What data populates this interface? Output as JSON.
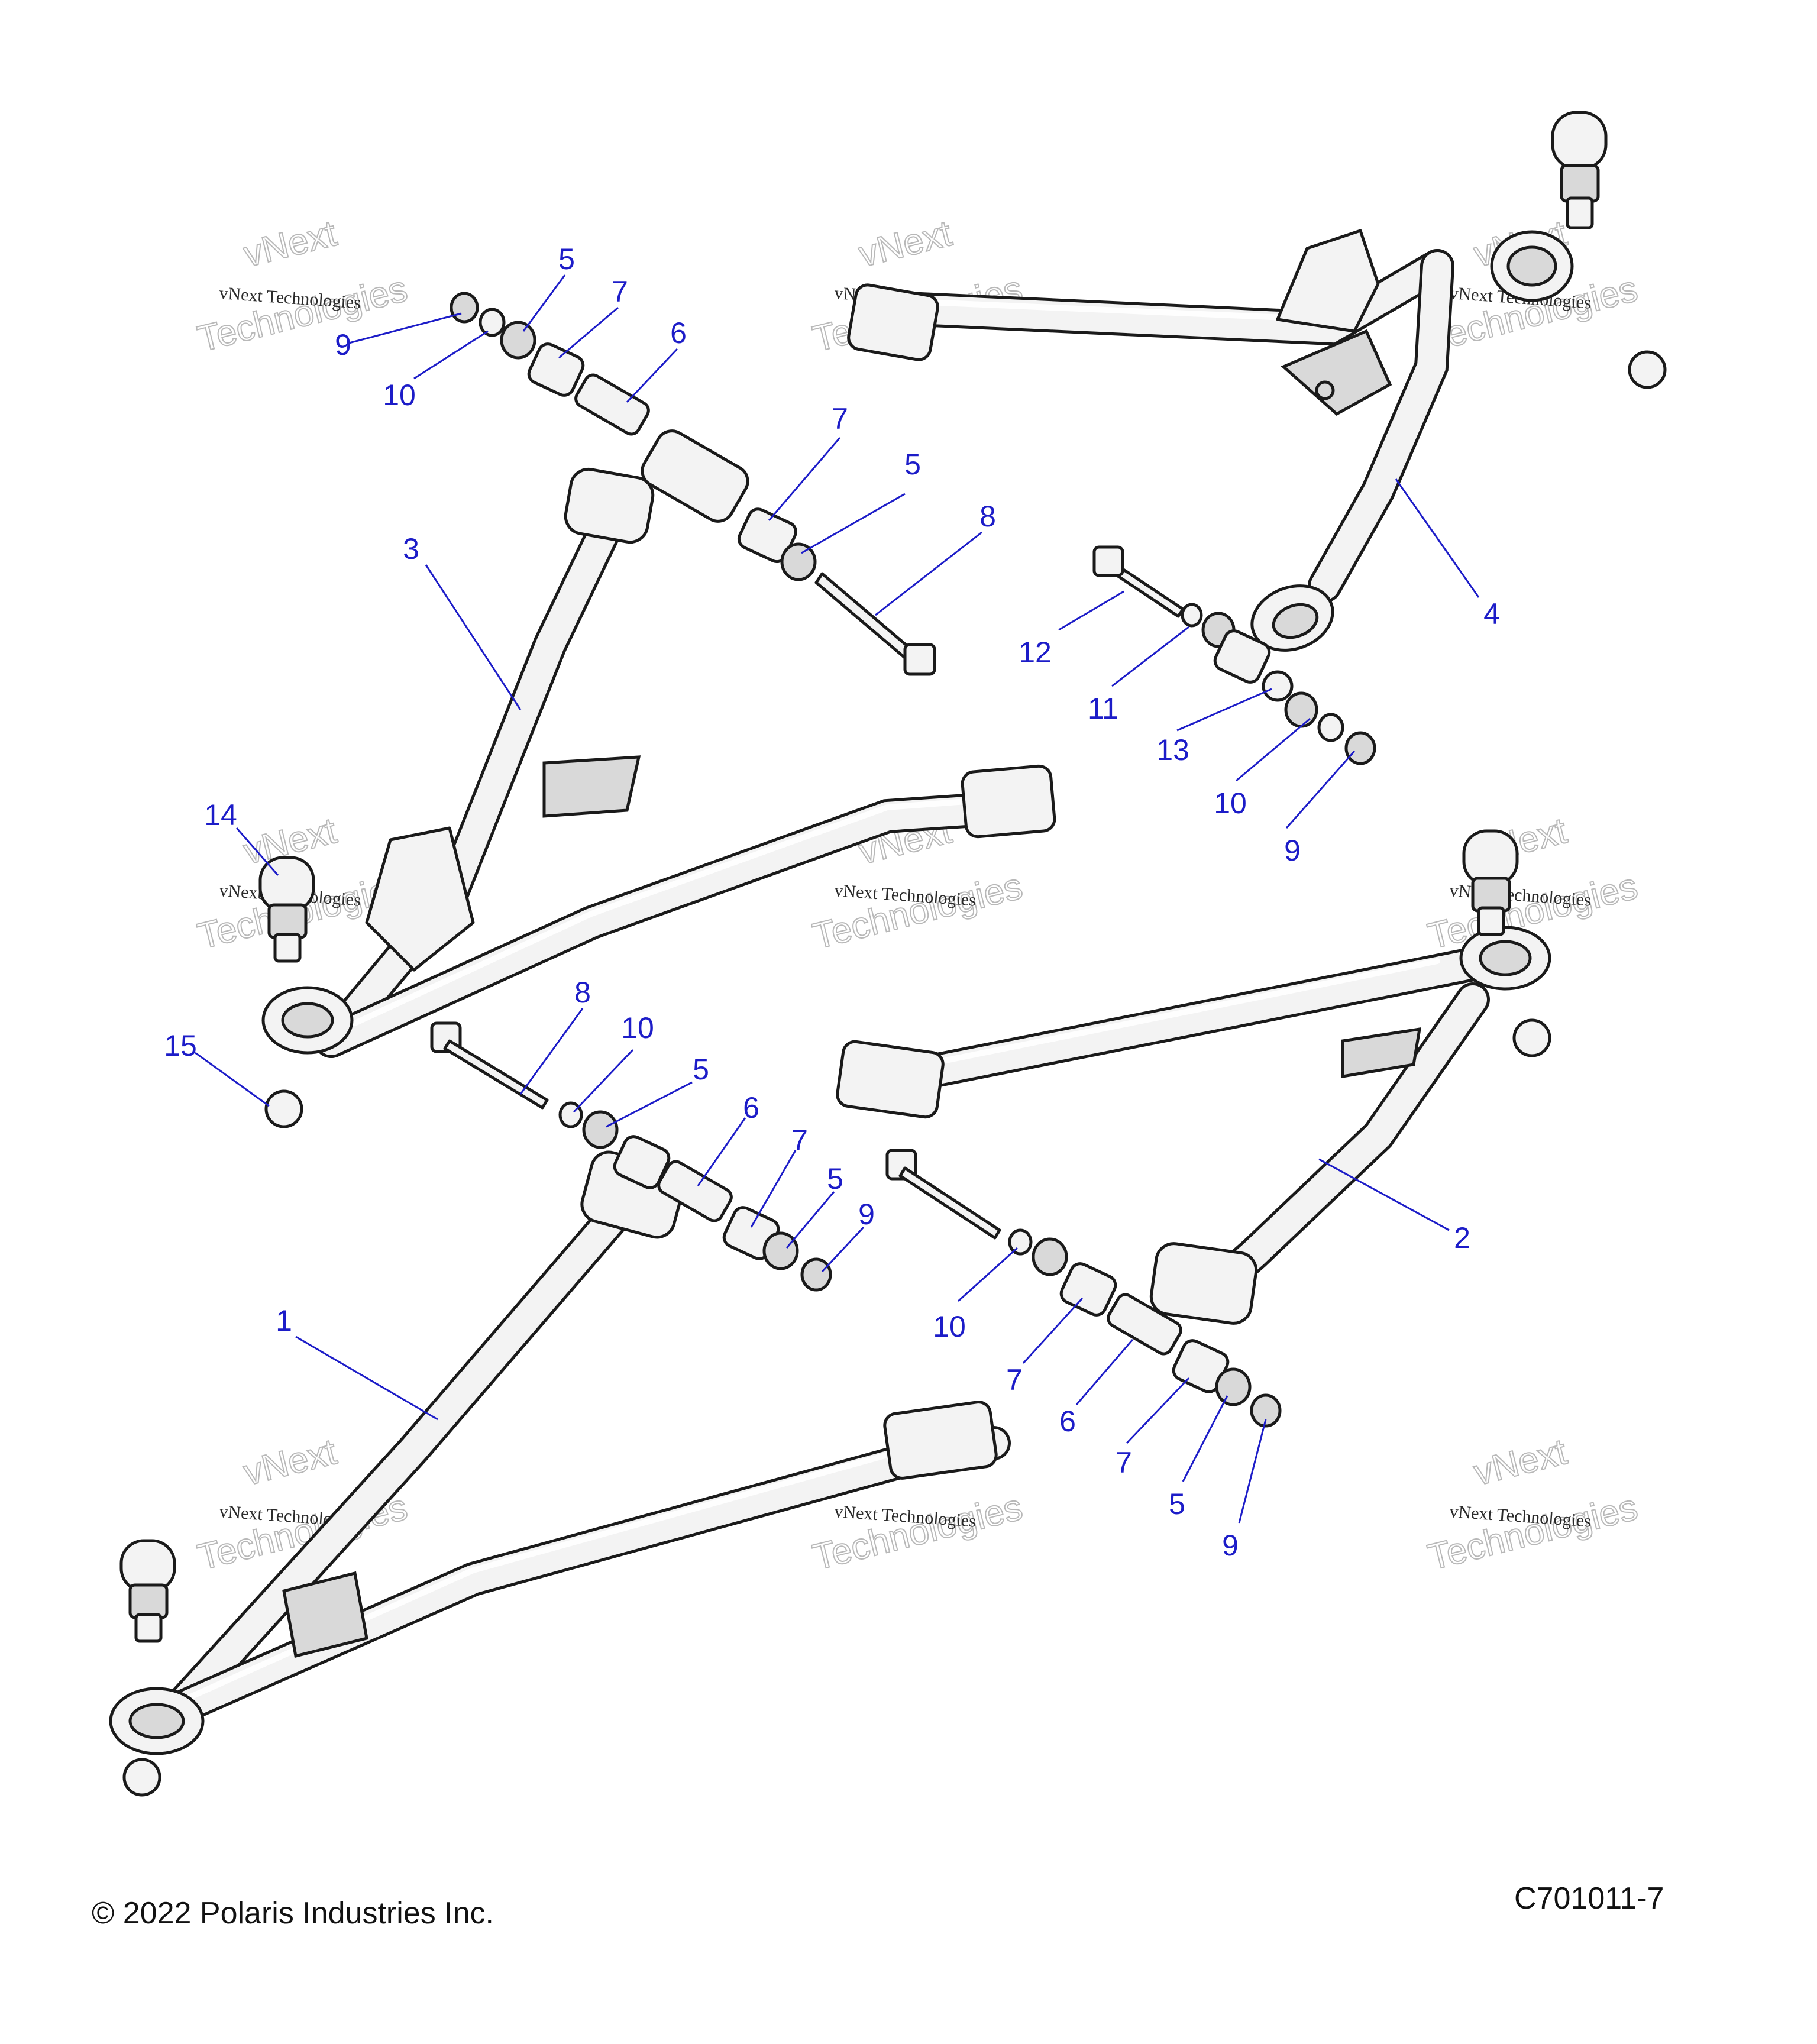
{
  "callouts": [
    {
      "id": "c-1",
      "text": "1"
    },
    {
      "id": "c-2",
      "text": "2"
    },
    {
      "id": "c-3",
      "text": "3"
    },
    {
      "id": "c-4",
      "text": "4"
    },
    {
      "id": "c-5a",
      "text": "5"
    },
    {
      "id": "c-5b",
      "text": "5"
    },
    {
      "id": "c-5c",
      "text": "5"
    },
    {
      "id": "c-5d",
      "text": "5"
    },
    {
      "id": "c-5e",
      "text": "5"
    },
    {
      "id": "c-6a",
      "text": "6"
    },
    {
      "id": "c-6b",
      "text": "6"
    },
    {
      "id": "c-6c",
      "text": "6"
    },
    {
      "id": "c-7a",
      "text": "7"
    },
    {
      "id": "c-7b",
      "text": "7"
    },
    {
      "id": "c-7c",
      "text": "7"
    },
    {
      "id": "c-7d",
      "text": "7"
    },
    {
      "id": "c-7e",
      "text": "7"
    },
    {
      "id": "c-8a",
      "text": "8"
    },
    {
      "id": "c-8b",
      "text": "8"
    },
    {
      "id": "c-9a",
      "text": "9"
    },
    {
      "id": "c-9b",
      "text": "9"
    },
    {
      "id": "c-9c",
      "text": "9"
    },
    {
      "id": "c-9d",
      "text": "9"
    },
    {
      "id": "c-10a",
      "text": "10"
    },
    {
      "id": "c-10b",
      "text": "10"
    },
    {
      "id": "c-10c",
      "text": "10"
    },
    {
      "id": "c-10d",
      "text": "10"
    },
    {
      "id": "c-11",
      "text": "11"
    },
    {
      "id": "c-12",
      "text": "12"
    },
    {
      "id": "c-13",
      "text": "13"
    },
    {
      "id": "c-14",
      "text": "14"
    },
    {
      "id": "c-15",
      "text": "15"
    }
  ],
  "watermark": {
    "line1": "vNext Technologies",
    "line2": "vNext",
    "line3": "Technologies"
  },
  "footer": {
    "copyright": "© 2022 Polaris Industries Inc.",
    "figure_code": "C701011-7"
  }
}
